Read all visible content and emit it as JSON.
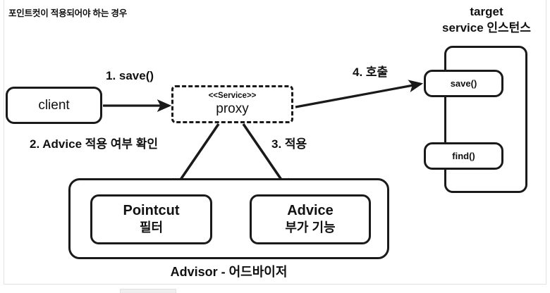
{
  "diagram": {
    "title": "포인트컷이 적용되어야 하는 경우",
    "target_heading_line1": "target",
    "target_heading_line2": "service 인스턴스",
    "advisor_caption": "Advisor - 어드바이저",
    "accent_color": "#1a1a1a",
    "background_color": "#ffffff"
  },
  "nodes": {
    "client": {
      "label": "client"
    },
    "proxy": {
      "stereotype": "<<Service>>",
      "label": "proxy"
    },
    "target": {
      "methods": [
        {
          "label": "save()"
        },
        {
          "label": "find()"
        }
      ]
    },
    "advisor": {
      "pointcut": {
        "title": "Pointcut",
        "subtitle": "필터"
      },
      "advice": {
        "title": "Advice",
        "subtitle": "부가 기능"
      }
    }
  },
  "steps": [
    {
      "id": "step-1",
      "label": "1. save()"
    },
    {
      "id": "step-2",
      "label": "2. Advice 적용 여부 확인"
    },
    {
      "id": "step-3",
      "label": "3. 적용"
    },
    {
      "id": "step-4",
      "label": "4. 호출"
    }
  ]
}
